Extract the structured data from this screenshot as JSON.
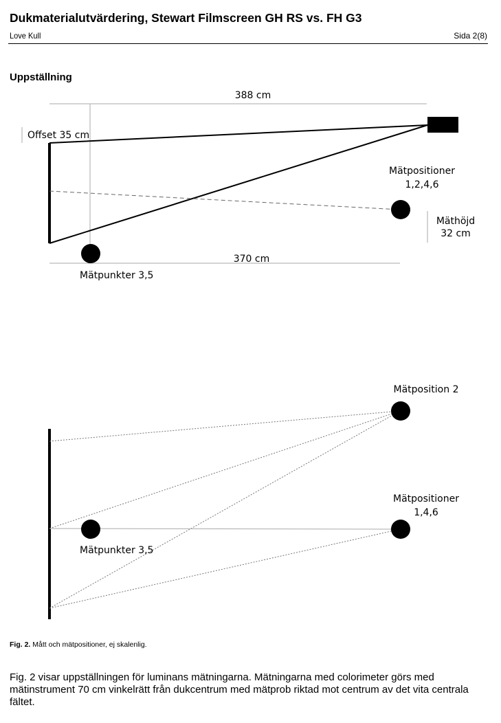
{
  "header": {
    "title": "Dukmaterialutvärdering, Stewart Filmscreen GH RS vs. FH G3",
    "author": "Love Kull",
    "page": "Sida 2(8)"
  },
  "section_title": "Uppställning",
  "diagram1": {
    "width_top": "388 cm",
    "offset": "Offset 35 cm",
    "positions_label": "Mätpositioner",
    "positions_values": "1,2,4,6",
    "height_label": "Mäthöjd",
    "height_value": "32 cm",
    "width_bottom": "370 cm",
    "points_label": "Mätpunkter 3,5"
  },
  "diagram2": {
    "position2_label": "Mätposition 2",
    "positions_label": "Mätpositioner",
    "positions_values": "1,4,6",
    "points_label": "Mätpunkter 3,5"
  },
  "caption": {
    "fig": "Fig. 2.",
    "text": "Mått och mätpositioner, ej skalenlig."
  },
  "body": "Fig. 2 visar uppställningen för luminans mätningarna. Mätningarna med colorimeter görs med mätinstrument 70 cm vinkelrätt från dukcentrum med mätprob riktad mot centrum av det vita centrala fältet."
}
